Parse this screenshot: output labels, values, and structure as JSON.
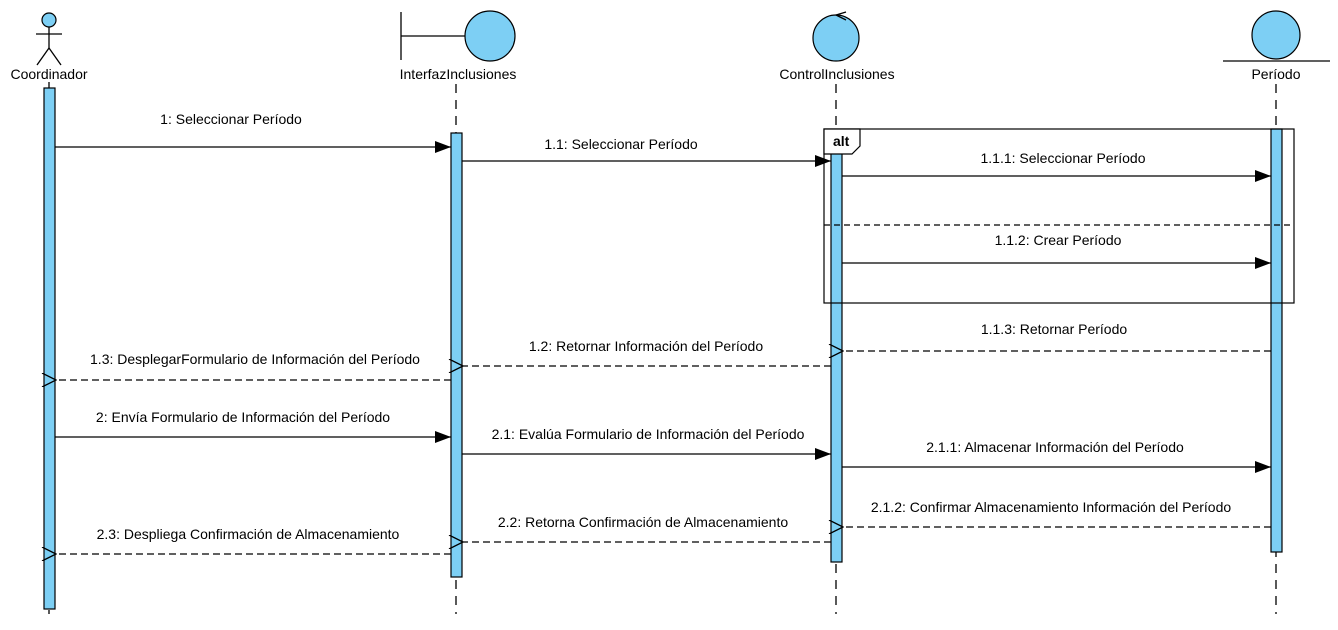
{
  "lifelines": {
    "coordinador": "Coordinador",
    "interfaz": "InterfazInclusiones",
    "control": "ControlInclusiones",
    "periodo": "Período"
  },
  "fragment": {
    "operator": "alt"
  },
  "messages": {
    "m1": "1: Seleccionar Período",
    "m1_1": "1.1: Seleccionar Período",
    "m1_1_1": "1.1.1: Seleccionar Período",
    "m1_1_2": "1.1.2: Crear Período",
    "m1_1_3": "1.1.3: Retornar Período",
    "m1_2": "1.2: Retornar Información del Período",
    "m1_3": "1.3: DesplegarFormulario de Información del Período",
    "m2": "2: Envía Formulario de Información del Período",
    "m2_1": "2.1: Evalúa Formulario de Información del Período",
    "m2_1_1": "2.1.1: Almacenar Información del Período",
    "m2_1_2": "2.1.2: Confirmar Almacenamiento Información del Período",
    "m2_2": "2.2: Retorna Confirmación de Almacenamiento",
    "m2_3": "2.3: Despliega Confirmación de Almacenamiento"
  },
  "colors": {
    "fill": "#7dcff4",
    "stroke": "#000000"
  },
  "icons": {
    "coordinador": "actor-icon",
    "interfaz": "boundary-icon",
    "control": "control-icon",
    "periodo": "entity-icon"
  }
}
